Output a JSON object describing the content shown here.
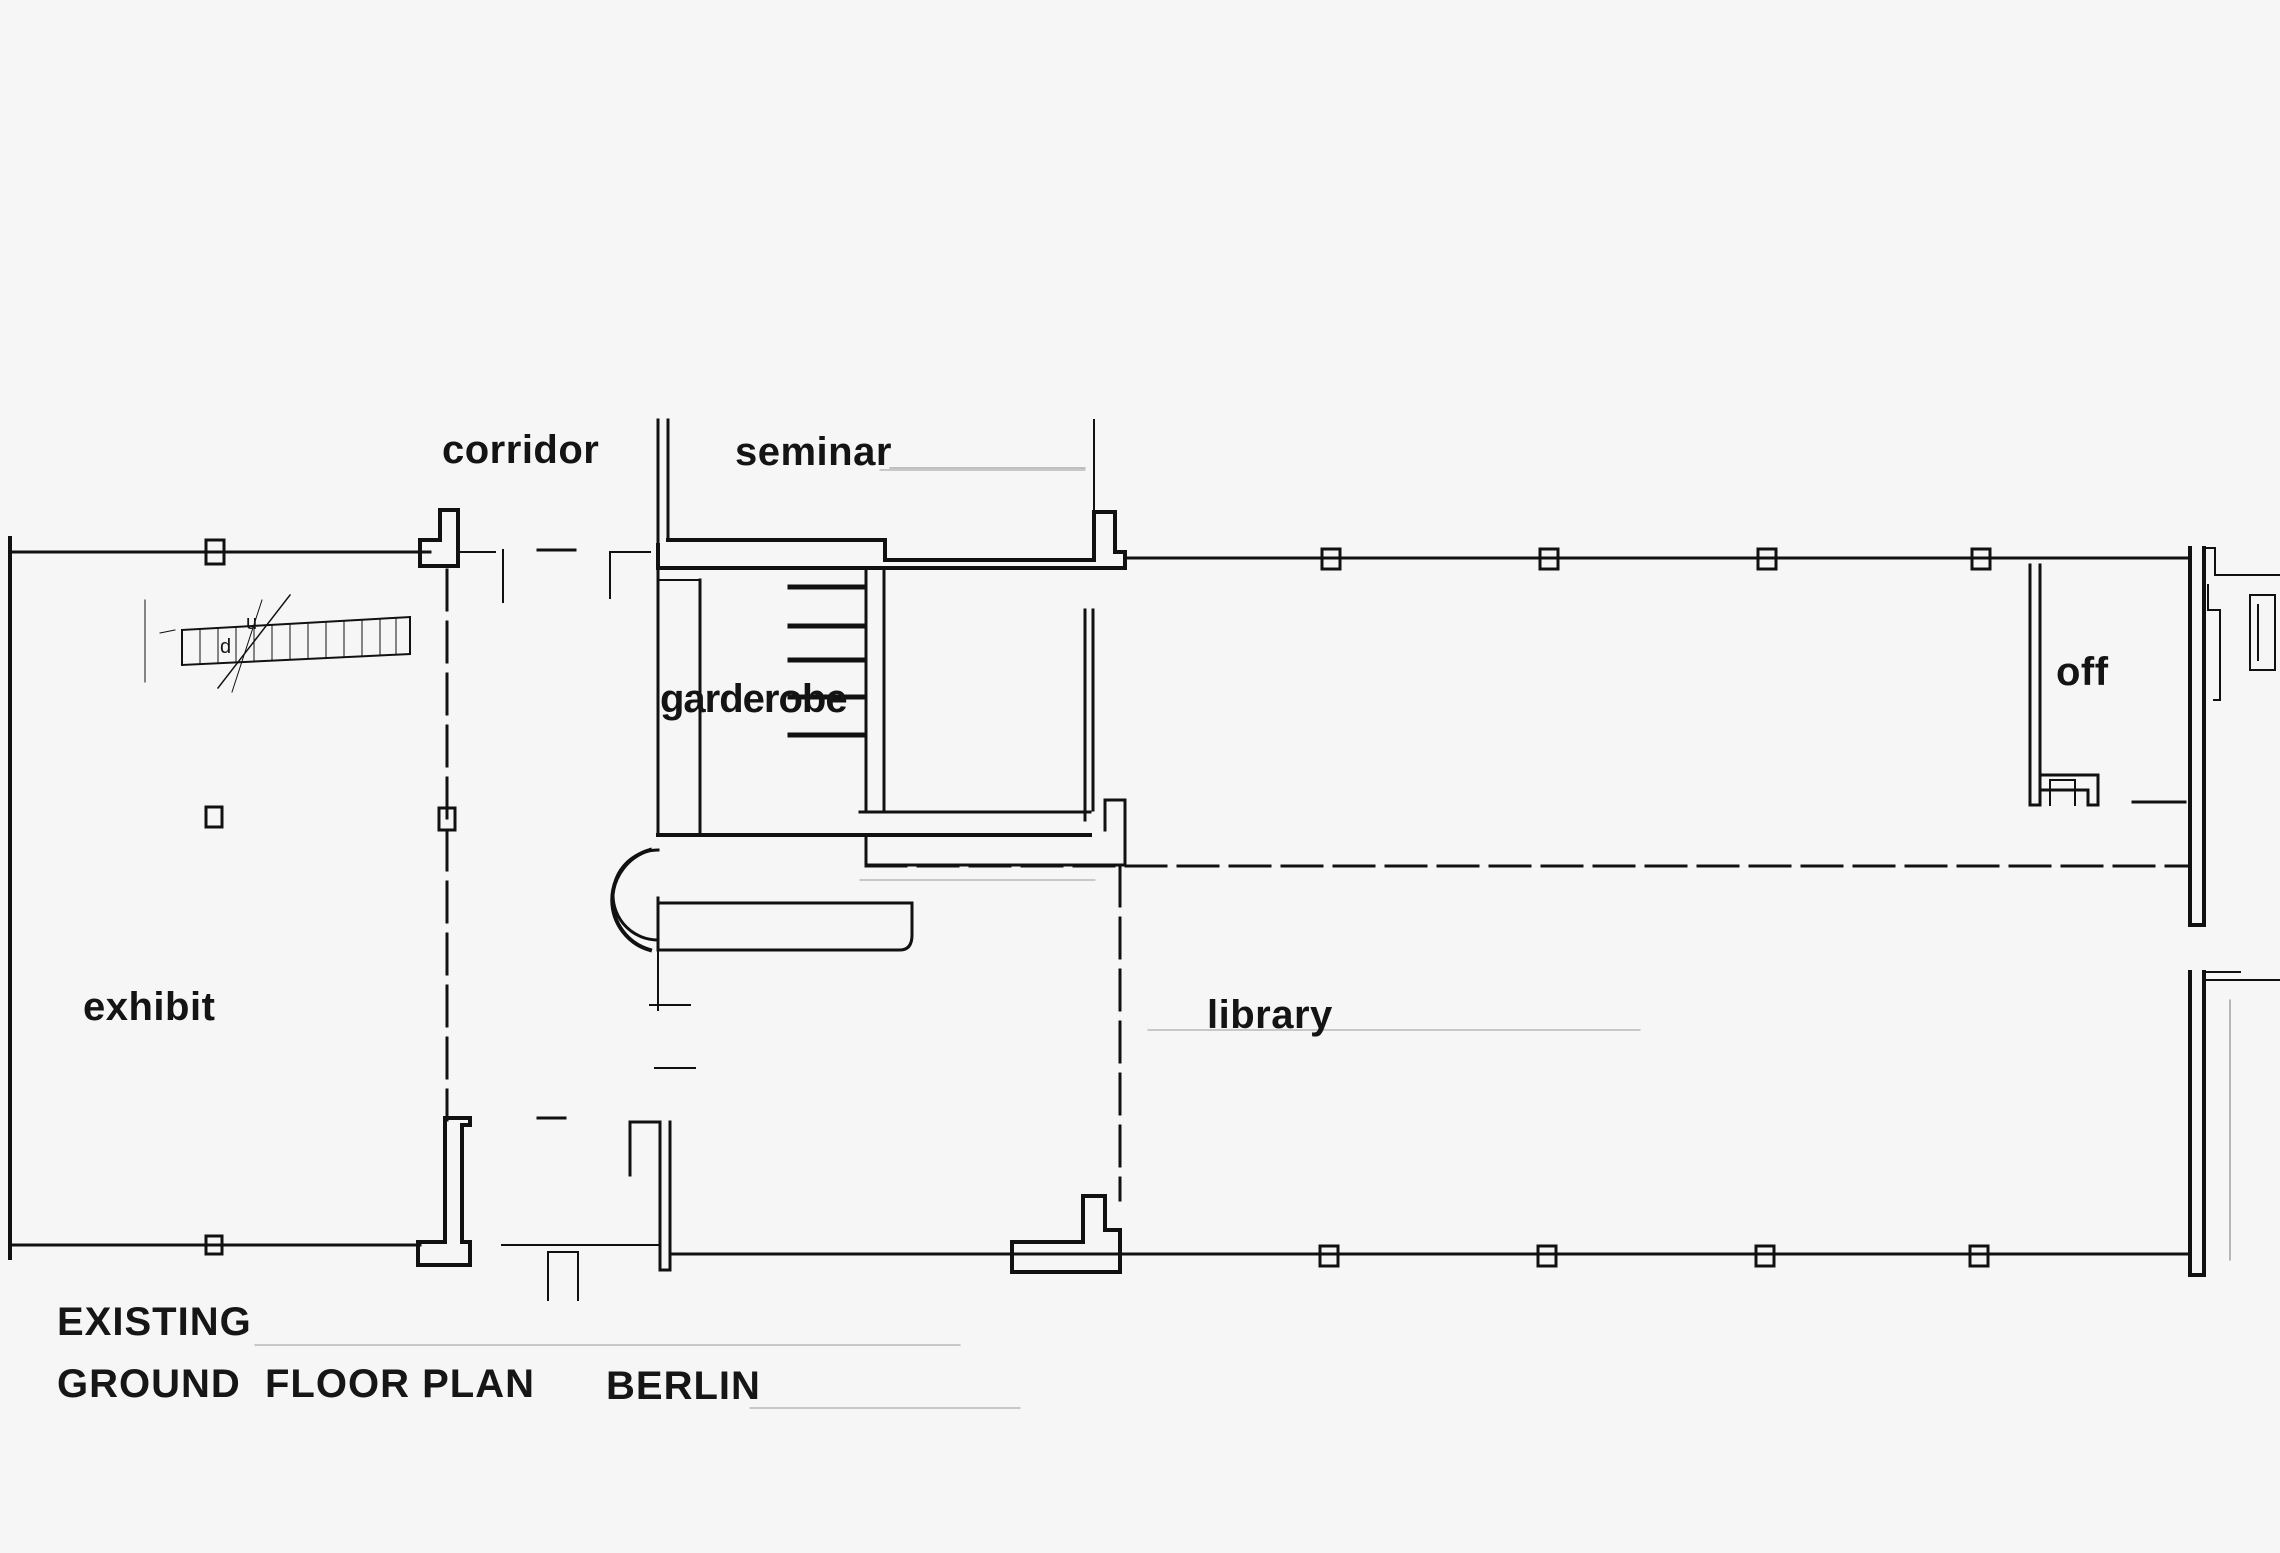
{
  "drawing": {
    "rooms": {
      "corridor": "corridor",
      "seminar": "seminar",
      "garderobe": "garderobe",
      "off": "off",
      "exhibit": "exhibit",
      "library": "library"
    },
    "stair_marks": {
      "up": "u",
      "down": "d"
    },
    "title": {
      "line1": "EXISTING",
      "line2_part1": "GROUND  FLOOR PLAN",
      "line2_part2": "BERLIN"
    }
  }
}
